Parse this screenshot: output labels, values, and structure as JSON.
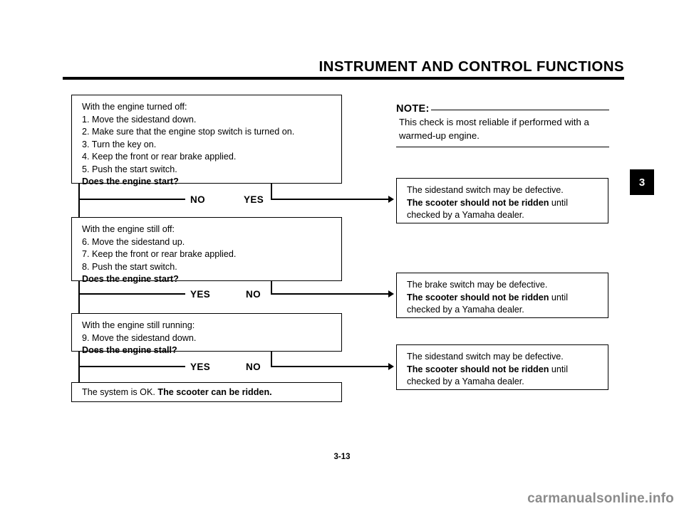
{
  "header": {
    "title": "INSTRUMENT AND CONTROL FUNCTIONS"
  },
  "chapter_tab": {
    "number": "3"
  },
  "note": {
    "label": "NOTE:",
    "text": "This check is most reliable if performed with a warmed-up engine."
  },
  "flowchart": {
    "step1": {
      "lines": [
        {
          "text": "With the engine turned off:",
          "bold": false
        },
        {
          "text": "1. Move the sidestand down.",
          "bold": false
        },
        {
          "text": "2. Make sure that the engine stop switch is turned on.",
          "bold": false
        },
        {
          "text": "3. Turn the key on.",
          "bold": false
        },
        {
          "text": "4. Keep the front or rear brake applied.",
          "bold": false
        },
        {
          "text": "5. Push the start switch.",
          "bold": false
        },
        {
          "text": "Does the engine start?",
          "bold": true
        }
      ]
    },
    "step2": {
      "lines": [
        {
          "text": "With the engine still off:",
          "bold": false
        },
        {
          "text": "6. Move the sidestand up.",
          "bold": false
        },
        {
          "text": "7. Keep the front or rear brake applied.",
          "bold": false
        },
        {
          "text": "8. Push the start switch.",
          "bold": false
        },
        {
          "text": "Does the engine start?",
          "bold": true
        }
      ]
    },
    "step3": {
      "lines": [
        {
          "text": "With the engine still running:",
          "bold": false
        },
        {
          "text": "9. Move the sidestand down.",
          "bold": false
        },
        {
          "text": "Does the engine stall?",
          "bold": true
        }
      ]
    },
    "result_ok": {
      "prefix": "The system is OK. ",
      "bold": "The scooter can be ridden."
    },
    "decisions": [
      {
        "left": "NO",
        "right": "YES"
      },
      {
        "left": "YES",
        "right": "NO"
      },
      {
        "left": "YES",
        "right": "NO"
      }
    ],
    "fault1": {
      "line1": "The sidestand switch may be defective.",
      "bold": "The scooter should not be ridden",
      "after_bold": " until",
      "line3": "checked by a Yamaha dealer."
    },
    "fault2": {
      "line1": "The brake switch may be defective.",
      "bold": "The scooter should not be ridden",
      "after_bold": " until",
      "line3": "checked by a Yamaha dealer."
    },
    "fault3": {
      "line1": "The sidestand switch may be defective.",
      "bold": "The scooter should not be ridden",
      "after_bold": " until",
      "line3": "checked by a Yamaha dealer."
    }
  },
  "footer": {
    "page_number": "3-13",
    "watermark": "carmanualsonline.info"
  }
}
